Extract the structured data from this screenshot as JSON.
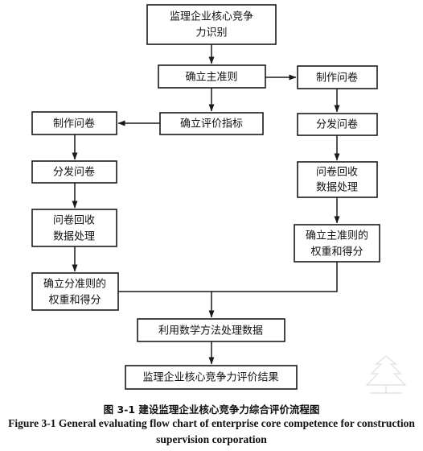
{
  "diagram": {
    "nodes": [
      {
        "id": "identify",
        "lines": [
          "监理企业核心竞争",
          "力识别"
        ]
      },
      {
        "id": "main-criteria",
        "lines": [
          "确立主准则"
        ]
      },
      {
        "id": "make-q-right",
        "lines": [
          "制作问卷"
        ]
      },
      {
        "id": "eval-index",
        "lines": [
          "确立评价指标"
        ]
      },
      {
        "id": "make-q-left",
        "lines": [
          "制作问卷"
        ]
      },
      {
        "id": "dist-q-right",
        "lines": [
          "分发问卷"
        ]
      },
      {
        "id": "dist-q-left",
        "lines": [
          "分发问卷"
        ]
      },
      {
        "id": "collect-right",
        "lines": [
          "问卷回收",
          "数据处理"
        ]
      },
      {
        "id": "collect-left",
        "lines": [
          "问卷回收",
          "数据处理"
        ]
      },
      {
        "id": "main-weight",
        "lines": [
          "确立主准则的",
          "权重和得分"
        ]
      },
      {
        "id": "sub-weight",
        "lines": [
          "确立分准则的",
          "权重和得分"
        ]
      },
      {
        "id": "math-process",
        "lines": [
          "利用数学方法处理数据"
        ]
      },
      {
        "id": "result",
        "lines": [
          "监理企业核心竞争力评价结果"
        ]
      }
    ]
  },
  "captions": {
    "cn": "图 3-1  建设监理企业核心竞争力综合评价流程图",
    "en_line1": "Figure 3-1 General evaluating flow chart of enterprise core competence for construction",
    "en_line2": "supervision corporation"
  }
}
